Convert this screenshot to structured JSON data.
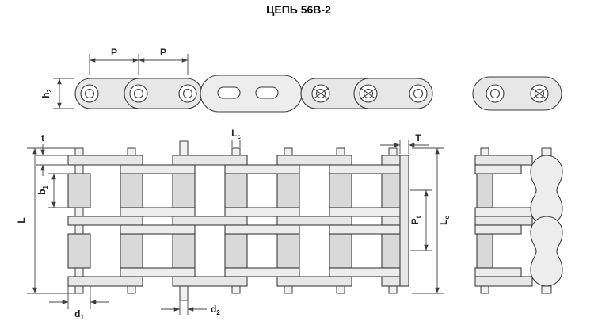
{
  "title": "ЦЕПЬ 56В-2",
  "accent_colors": {
    "line": "#3d3d3d",
    "fill": "#e7e7e7",
    "background": "#ffffff"
  },
  "views": {
    "side_view": {
      "dim_p1": "P",
      "dim_p2": "P",
      "dim_h2": {
        "base": "h",
        "sub": "2"
      }
    },
    "front_view": {
      "dim_t": "t",
      "dim_b1": {
        "base": "b",
        "sub": "1"
      },
      "dim_L": "L",
      "dim_lc_top": {
        "base": "L",
        "sub": "c"
      },
      "dim_T": "T",
      "dim_pt": {
        "base": "P",
        "sub": "t"
      },
      "dim_lc_right": {
        "base": "L",
        "sub": "c"
      },
      "dim_d1": {
        "base": "d",
        "sub": "1"
      },
      "dim_d2": {
        "base": "d",
        "sub": "2"
      }
    }
  }
}
